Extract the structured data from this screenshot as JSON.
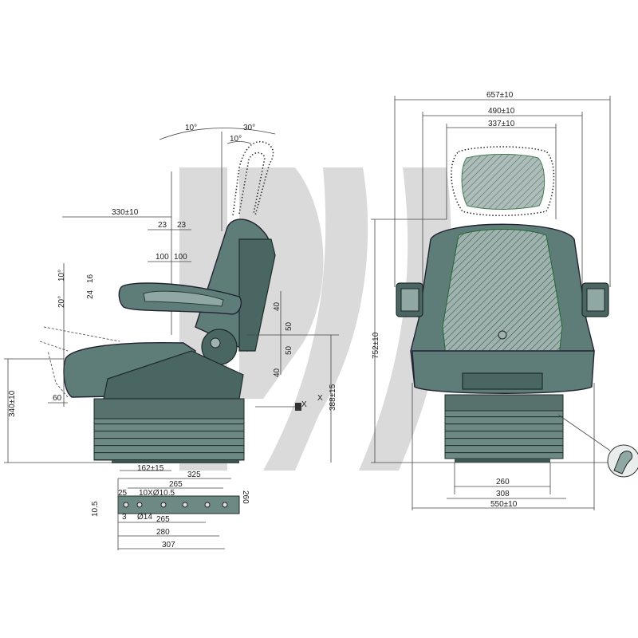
{
  "colors": {
    "seat_body": "#5f7d78",
    "seat_dark": "#4a6662",
    "watermark": "#d4d4d4",
    "dimension_line": "#444444"
  },
  "side_view": {
    "angles": [
      "10°",
      "30°",
      "10°",
      "10°",
      "20°"
    ],
    "dims": {
      "backrest_offset": "330±10",
      "armrest_h1": "23",
      "armrest_h2": "23",
      "armrest_d1": "100",
      "armrest_d2": "100",
      "armrest_t1": "16",
      "armrest_t2": "24",
      "height_40a": "40",
      "height_50a": "50",
      "height_50b": "50",
      "height_40b": "40",
      "cushion_60": "60",
      "seat_height": "340±10",
      "total_height": "388±15",
      "marker_x1": "X",
      "marker_x2": "X",
      "base_offset": "162±15"
    }
  },
  "base_plate": {
    "dims": {
      "d325": "325",
      "d265_top": "265",
      "d25": "25",
      "holes": "10XØ10.5",
      "d10_5": "10.5",
      "d260": "260",
      "d3": "3",
      "hole14": "Ø14",
      "d265_bot": "265",
      "d280": "280",
      "d307": "307"
    }
  },
  "front_view": {
    "dims": {
      "width_total": "657±10",
      "width_armrest": "490±10",
      "width_head": "337±10",
      "height_total": "752±10",
      "base_260": "260",
      "base_308": "308",
      "base_550": "550±10"
    }
  }
}
